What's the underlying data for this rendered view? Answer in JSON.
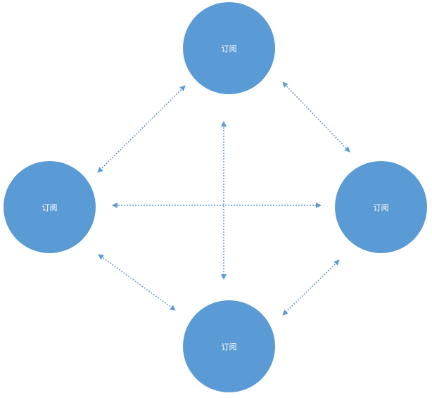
{
  "diagram": {
    "nodes": [
      {
        "id": "top",
        "label": "订阅"
      },
      {
        "id": "left",
        "label": "订阅"
      },
      {
        "id": "right",
        "label": "订阅"
      },
      {
        "id": "bottom",
        "label": "订阅"
      }
    ],
    "edges": [
      {
        "from": "top",
        "to": "left",
        "style": "dotted",
        "direction": "both"
      },
      {
        "from": "top",
        "to": "right",
        "style": "dotted",
        "direction": "both"
      },
      {
        "from": "left",
        "to": "bottom",
        "style": "dotted",
        "direction": "both"
      },
      {
        "from": "right",
        "to": "bottom",
        "style": "dotted",
        "direction": "both"
      },
      {
        "from": "top",
        "to": "bottom",
        "style": "dotted",
        "direction": "both"
      },
      {
        "from": "left",
        "to": "right",
        "style": "dotted",
        "direction": "both"
      }
    ],
    "colors": {
      "node_fill": "#5b9bd5",
      "node_text": "#ffffff",
      "arrow": "#5b9bd5"
    }
  }
}
